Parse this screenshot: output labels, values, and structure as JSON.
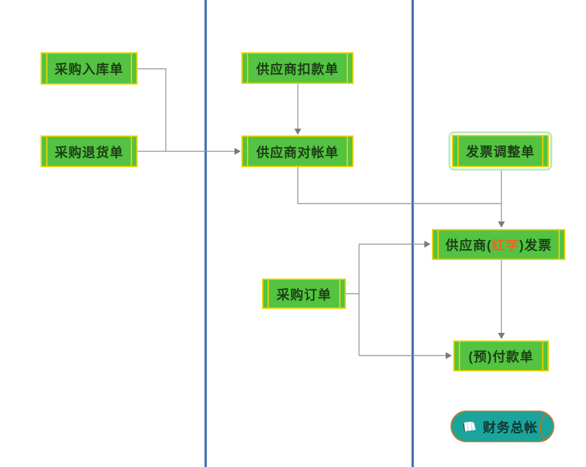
{
  "colors": {
    "node_fill": "#53c341",
    "node_border": "#e2d303",
    "node_stripe": "#dcd00a",
    "node_text": "#1e3e17",
    "red_text": "#ee6428",
    "selection_halo": "#bcebc3",
    "divider_blue": "#3e6aa6",
    "connector_gray": "#8a8a8a",
    "ledger_fill": "#1ba49c",
    "ledger_border": "#bf7b2b",
    "ledger_text": "#0e3632"
  },
  "nodes": {
    "purchase_inbound": {
      "label": "采购入库单"
    },
    "purchase_return": {
      "label": "采购退货单"
    },
    "supplier_deduction": {
      "label": "供应商扣款单"
    },
    "supplier_statement": {
      "label": "供应商对帐单"
    },
    "invoice_adjustment": {
      "label": "发票调整单"
    },
    "supplier_invoice": {
      "label_prefix": "供应商(",
      "label_red": "红字",
      "label_suffix": ")发票"
    },
    "purchase_order": {
      "label": "采购订单"
    },
    "prepayment": {
      "label": "(预)付款单"
    },
    "general_ledger": {
      "label": "财务总帐",
      "icon": "documents-stack-icon"
    }
  }
}
